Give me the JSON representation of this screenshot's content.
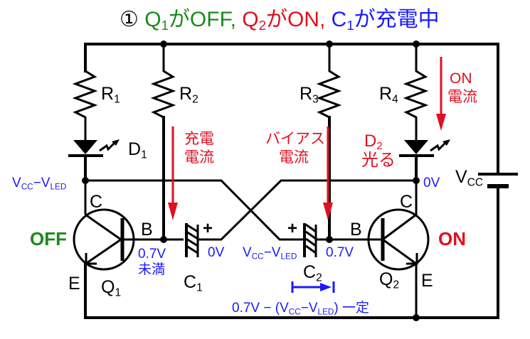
{
  "title": {
    "number": "①",
    "part1_main": "Q",
    "part1_sub": "1",
    "part1_rest": "がOFF,",
    "part2_main": "Q",
    "part2_sub": "2",
    "part2_rest": "がON,",
    "part3_main": "C",
    "part3_sub": "1",
    "part3_rest": "が充電中",
    "colors": {
      "q1": "#1a8a1a",
      "q2": "#e01020",
      "c1": "#1a1aff"
    }
  },
  "components": {
    "R1": {
      "main": "R",
      "sub": "1"
    },
    "R2": {
      "main": "R",
      "sub": "2"
    },
    "R3": {
      "main": "R",
      "sub": "3"
    },
    "R4": {
      "main": "R",
      "sub": "4"
    },
    "D1": {
      "main": "D",
      "sub": "1"
    },
    "D2": {
      "main": "D",
      "sub": "2",
      "note": "光る"
    },
    "C1": {
      "main": "C",
      "sub": "1"
    },
    "C2": {
      "main": "C",
      "sub": "2"
    },
    "Q1": {
      "main": "Q",
      "sub": "1",
      "state": "OFF"
    },
    "Q2": {
      "main": "Q",
      "sub": "2",
      "state": "ON"
    },
    "VCC": {
      "main": "V",
      "sub": "CC"
    }
  },
  "terminals": {
    "collector": "C",
    "base": "B",
    "emitter": "E"
  },
  "capacitor_plus": "+",
  "annotations": {
    "charge_current_l1": "充電",
    "charge_current_l2": "電流",
    "bias_current_l1": "バイアス",
    "bias_current_l2": "電流",
    "on_current_l1": "ON",
    "on_current_l2": "電流",
    "q1_collector_v_main": "V",
    "q1_collector_v_sub1": "CC",
    "q1_collector_v_mid": "−V",
    "q1_collector_v_sub2": "LED",
    "q2_collector_v": "0V",
    "q1_base_v_l1": "0.7V",
    "q1_base_v_l2": "未満",
    "c1_plus_v": "0V",
    "c2_plus_v_main": "V",
    "c2_plus_v_sub1": "CC",
    "c2_plus_v_mid": "−V",
    "c2_plus_v_sub2": "LED",
    "q2_base_v": "0.7V",
    "c2_voltage_a": "0.7V − (V",
    "c2_voltage_sub1": "CC",
    "c2_voltage_b": "−V",
    "c2_voltage_sub2": "LED",
    "c2_voltage_c": ") 一定"
  },
  "colors": {
    "wire": "#000000",
    "current_arrow": "#e01020",
    "voltage_label": "#1a1aff",
    "off": "#1a8a1a",
    "on": "#e01020"
  }
}
